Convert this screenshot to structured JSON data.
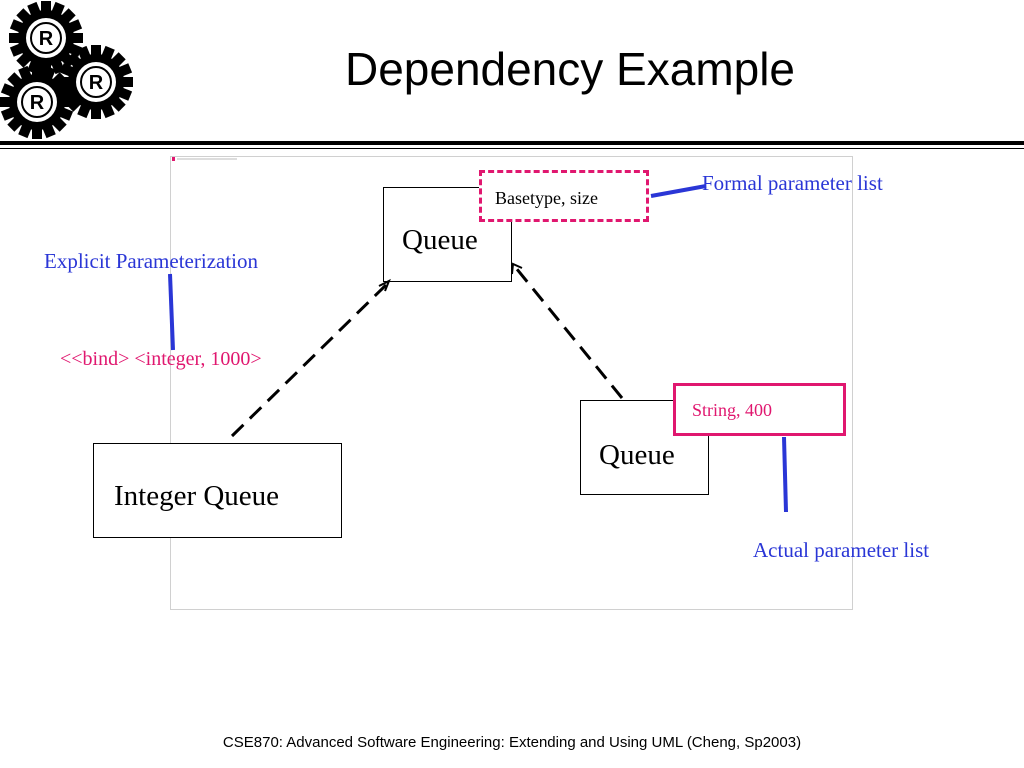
{
  "slide": {
    "title": "Dependency Example",
    "footer": "CSE870: Advanced Software Engineering: Extending and Using UML (Cheng, Sp2003)"
  },
  "logo": {
    "gear_letter_1": "R",
    "gear_letter_2": "R",
    "gear_letter_3": "R"
  },
  "diagram": {
    "template_class": "Queue",
    "formal_parameters": "Basetype, size",
    "bound_class_explicit": "Integer Queue",
    "bound_class_implicit": "Queue",
    "actual_parameters": "String, 400",
    "bind_stereotype": "<<bind> <integer, 1000>"
  },
  "annotations": {
    "formal_parameter_list": "Formal parameter list",
    "explicit_parameterization": "Explicit Parameterization",
    "actual_parameter_list": "Actual parameter list"
  },
  "colors": {
    "annotation": "#2a36d6",
    "parameter_border": "#e0176f",
    "line": "#000000"
  }
}
